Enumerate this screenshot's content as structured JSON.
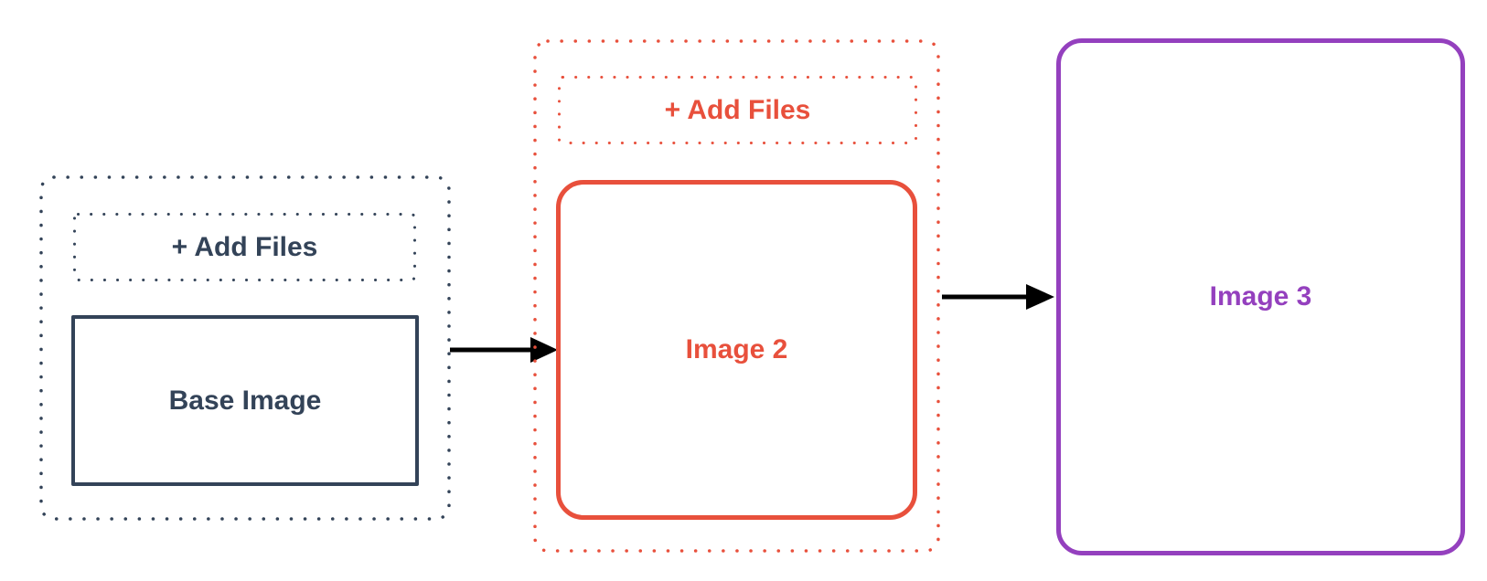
{
  "colors": {
    "navy": "#334358",
    "red": "#E8503C",
    "purple": "#9440BE",
    "arrow": "#000000",
    "background": "#FFFFFF"
  },
  "panels": {
    "left": {
      "add_files_label": "+ Add Files",
      "box_label": "Base Image"
    },
    "middle": {
      "add_files_label": "+ Add Files",
      "box_label": "Image 2"
    },
    "right": {
      "box_label": "Image 3"
    }
  }
}
